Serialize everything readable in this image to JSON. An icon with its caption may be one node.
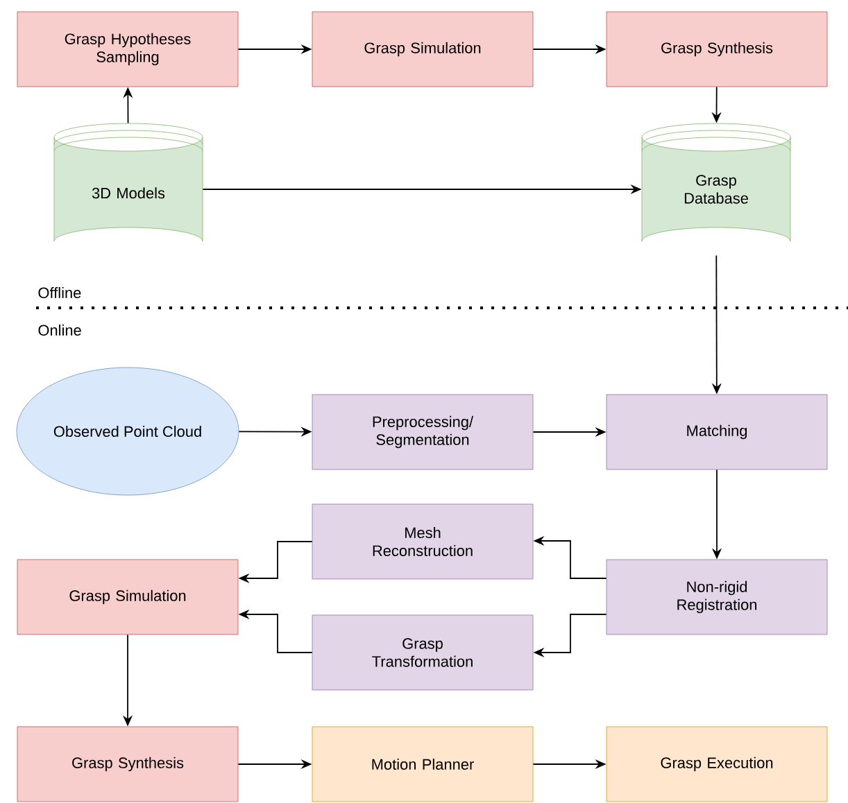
{
  "diagram": {
    "nodes": [
      {
        "text": [
          "Grasp Hypotheses Sampling"
        ]
      },
      {
        "text": [
          "Grasp Simulation"
        ]
      },
      {
        "text": [
          "Grasp Synthesis"
        ]
      },
      {
        "text": [
          "3D Models"
        ]
      },
      {
        "text": [
          "Grasp Database"
        ]
      },
      {
        "text": [
          "Observed Point Cloud"
        ]
      },
      {
        "text": [
          "Preprocessing/ Segmentation"
        ]
      },
      {
        "text": [
          "Matching"
        ]
      },
      {
        "text": [
          "Mesh Reconstruction"
        ]
      },
      {
        "text": [
          "Non-rigid Registration"
        ]
      },
      {
        "text": [
          "Grasp Simulation"
        ]
      },
      {
        "text": [
          "Grasp Transformation"
        ]
      },
      {
        "text": [
          "Grasp Synthesis"
        ]
      },
      {
        "text": [
          "Motion Planner"
        ]
      },
      {
        "text": [
          "Grasp Execution"
        ]
      }
    ],
    "edges": [
      {
        "from": 3,
        "to": 0,
        "arrow": "to"
      },
      {
        "from": 0,
        "to": 1,
        "arrow": "to"
      },
      {
        "from": 1,
        "to": 2,
        "arrow": "to"
      },
      {
        "from": 2,
        "to": 4,
        "arrow": "to"
      },
      {
        "from": 3,
        "to": 4,
        "arrow": "to"
      },
      {
        "from": 4,
        "to": 7,
        "arrow": "to"
      },
      {
        "from": 5,
        "to": 6,
        "arrow": "to"
      },
      {
        "from": 6,
        "to": 7,
        "arrow": "to"
      },
      {
        "from": 7,
        "to": 9,
        "arrow": "to"
      },
      {
        "from": 9,
        "to": 8,
        "arrow": "to"
      },
      {
        "from": 9,
        "to": 11,
        "arrow": "to"
      },
      {
        "from": 8,
        "to": 10,
        "arrow": "to"
      },
      {
        "from": 11,
        "to": 10,
        "arrow": "to"
      },
      {
        "from": 10,
        "to": 12,
        "arrow": "to"
      },
      {
        "from": 12,
        "to": 13,
        "arrow": "to"
      },
      {
        "from": 13,
        "to": 14,
        "arrow": "to"
      }
    ],
    "labels": [
      "Offline",
      "Online"
    ]
  }
}
